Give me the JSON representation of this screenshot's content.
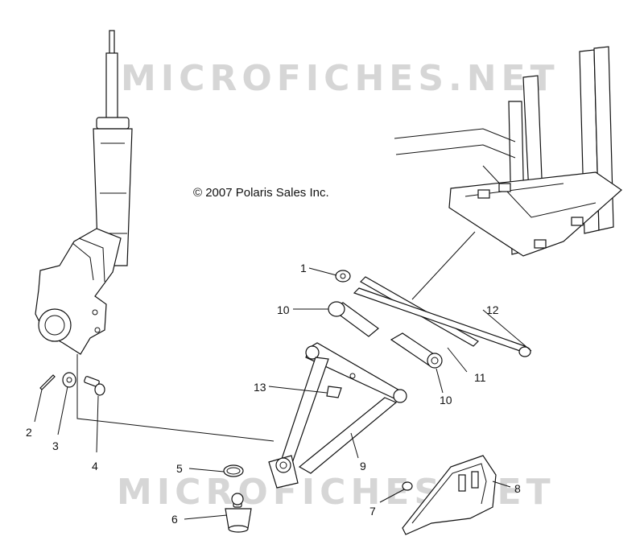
{
  "watermark": {
    "top": "MICROFICHES.NET",
    "bottom": "MICROFICHES.NET"
  },
  "copyright": "© 2007 Polaris Sales Inc.",
  "callouts": [
    {
      "id": "1",
      "label": "1"
    },
    {
      "id": "2",
      "label": "2"
    },
    {
      "id": "3",
      "label": "3"
    },
    {
      "id": "4",
      "label": "4"
    },
    {
      "id": "5",
      "label": "5"
    },
    {
      "id": "6",
      "label": "6"
    },
    {
      "id": "7",
      "label": "7"
    },
    {
      "id": "8",
      "label": "8"
    },
    {
      "id": "9",
      "label": "9"
    },
    {
      "id": "10a",
      "label": "10"
    },
    {
      "id": "10b",
      "label": "10"
    },
    {
      "id": "11",
      "label": "11"
    },
    {
      "id": "12",
      "label": "12"
    },
    {
      "id": "13",
      "label": "13"
    }
  ]
}
